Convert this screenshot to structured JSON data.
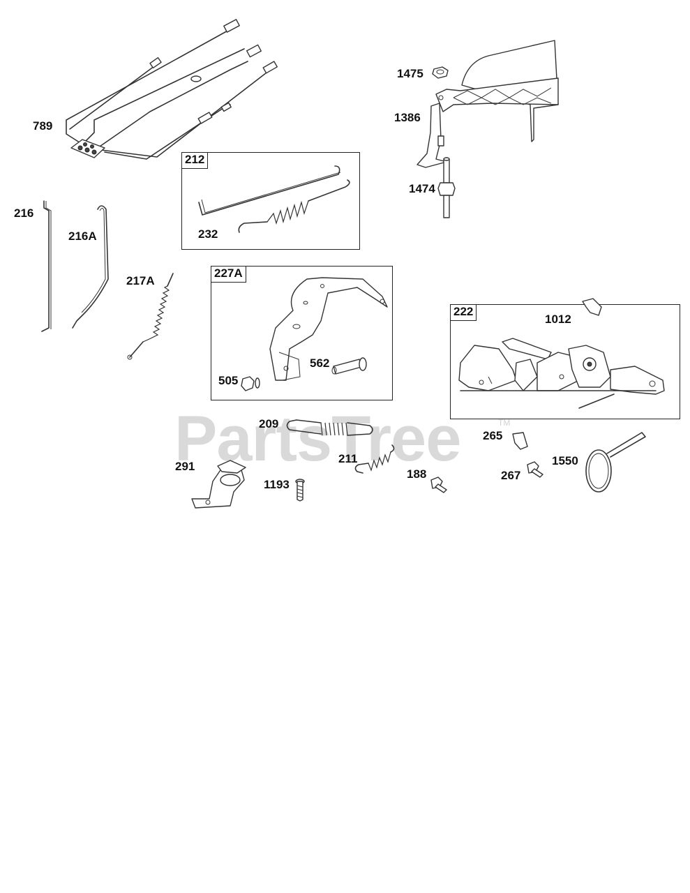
{
  "watermark": {
    "text": "PartsTree",
    "trademark": "TM"
  },
  "groups": [
    {
      "id": "g212",
      "label": "212"
    },
    {
      "id": "g227a",
      "label": "227A"
    },
    {
      "id": "g222",
      "label": "222"
    }
  ],
  "callouts": {
    "p789": "789",
    "p212": "212",
    "p232": "232",
    "p216": "216",
    "p216a": "216A",
    "p217a": "217A",
    "p227a": "227A",
    "p505": "505",
    "p562": "562",
    "p1475": "1475",
    "p1386": "1386",
    "p1474": "1474",
    "p222": "222",
    "p1012": "1012",
    "p209": "209",
    "p211": "211",
    "p291": "291",
    "p1193": "1193",
    "p188": "188",
    "p265": "265",
    "p267": "267",
    "p1550": "1550"
  }
}
